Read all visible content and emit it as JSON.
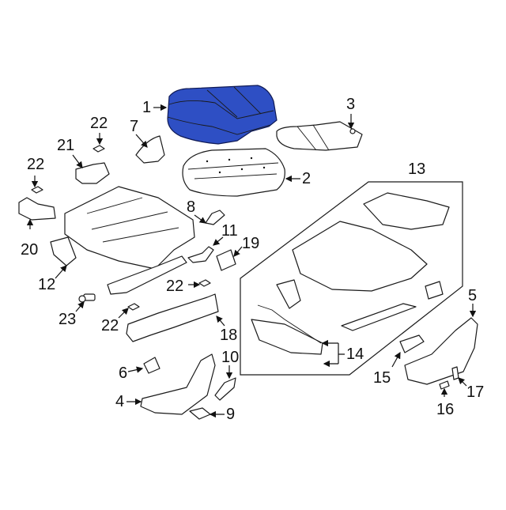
{
  "diagram": {
    "type": "exploded-parts-diagram",
    "subject": "seat cushion and seat track assembly",
    "highlight_color": "#2e4fc4",
    "highlighted_part": "1",
    "callouts": [
      {
        "id": "c1",
        "label": "1"
      },
      {
        "id": "c2",
        "label": "2"
      },
      {
        "id": "c3",
        "label": "3"
      },
      {
        "id": "c4",
        "label": "4"
      },
      {
        "id": "c5",
        "label": "5"
      },
      {
        "id": "c6",
        "label": "6"
      },
      {
        "id": "c7",
        "label": "7"
      },
      {
        "id": "c8",
        "label": "8"
      },
      {
        "id": "c9",
        "label": "9"
      },
      {
        "id": "c10",
        "label": "10"
      },
      {
        "id": "c11",
        "label": "11"
      },
      {
        "id": "c12",
        "label": "12"
      },
      {
        "id": "c13",
        "label": "13"
      },
      {
        "id": "c14",
        "label": "14"
      },
      {
        "id": "c15",
        "label": "15"
      },
      {
        "id": "c16",
        "label": "16"
      },
      {
        "id": "c17",
        "label": "17"
      },
      {
        "id": "c18",
        "label": "18"
      },
      {
        "id": "c19",
        "label": "19"
      },
      {
        "id": "c20",
        "label": "20"
      },
      {
        "id": "c21",
        "label": "21"
      },
      {
        "id": "c22a",
        "label": "22"
      },
      {
        "id": "c22b",
        "label": "22"
      },
      {
        "id": "c22c",
        "label": "22"
      },
      {
        "id": "c22d",
        "label": "22"
      },
      {
        "id": "c23",
        "label": "23"
      }
    ]
  }
}
